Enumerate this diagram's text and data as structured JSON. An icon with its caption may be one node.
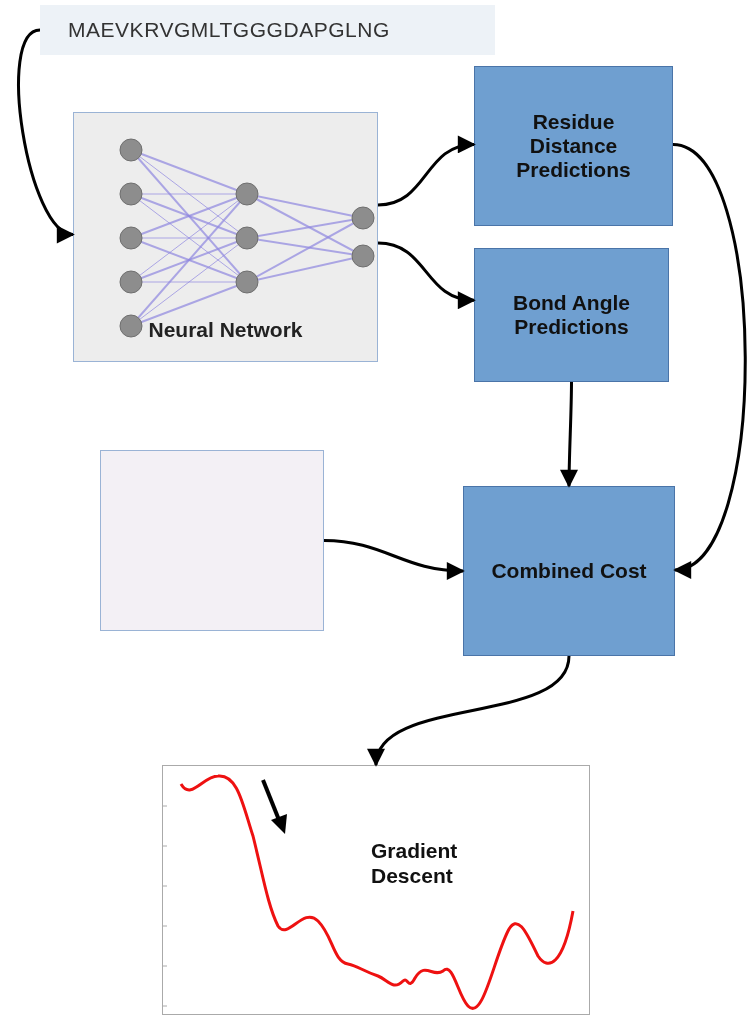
{
  "diagram": {
    "nodes": [
      {
        "text": [
          "MAEVKRVGMLTGGGDAPGLNG"
        ]
      },
      {
        "text": [
          "Neural Network"
        ]
      },
      {
        "text": [
          "Residue Distance Predictions"
        ]
      },
      {
        "text": [
          "Bond Angle Predictions"
        ]
      },
      {
        "text": [],
        "shape": "box"
      },
      {
        "text": [
          "Combined Cost"
        ]
      },
      {
        "text": [
          "Gradient Descent"
        ]
      }
    ],
    "edges": [
      {
        "from": 0,
        "to": 1,
        "arrow": "to"
      },
      {
        "from": 1,
        "to": 2,
        "arrow": "to"
      },
      {
        "from": 1,
        "to": 3,
        "arrow": "to"
      },
      {
        "from": 2,
        "to": 5,
        "arrow": "to"
      },
      {
        "from": 3,
        "to": 5,
        "arrow": "to"
      },
      {
        "from": 4,
        "to": 5,
        "arrow": "to"
      },
      {
        "from": 5,
        "to": 6,
        "arrow": "to"
      }
    ]
  }
}
